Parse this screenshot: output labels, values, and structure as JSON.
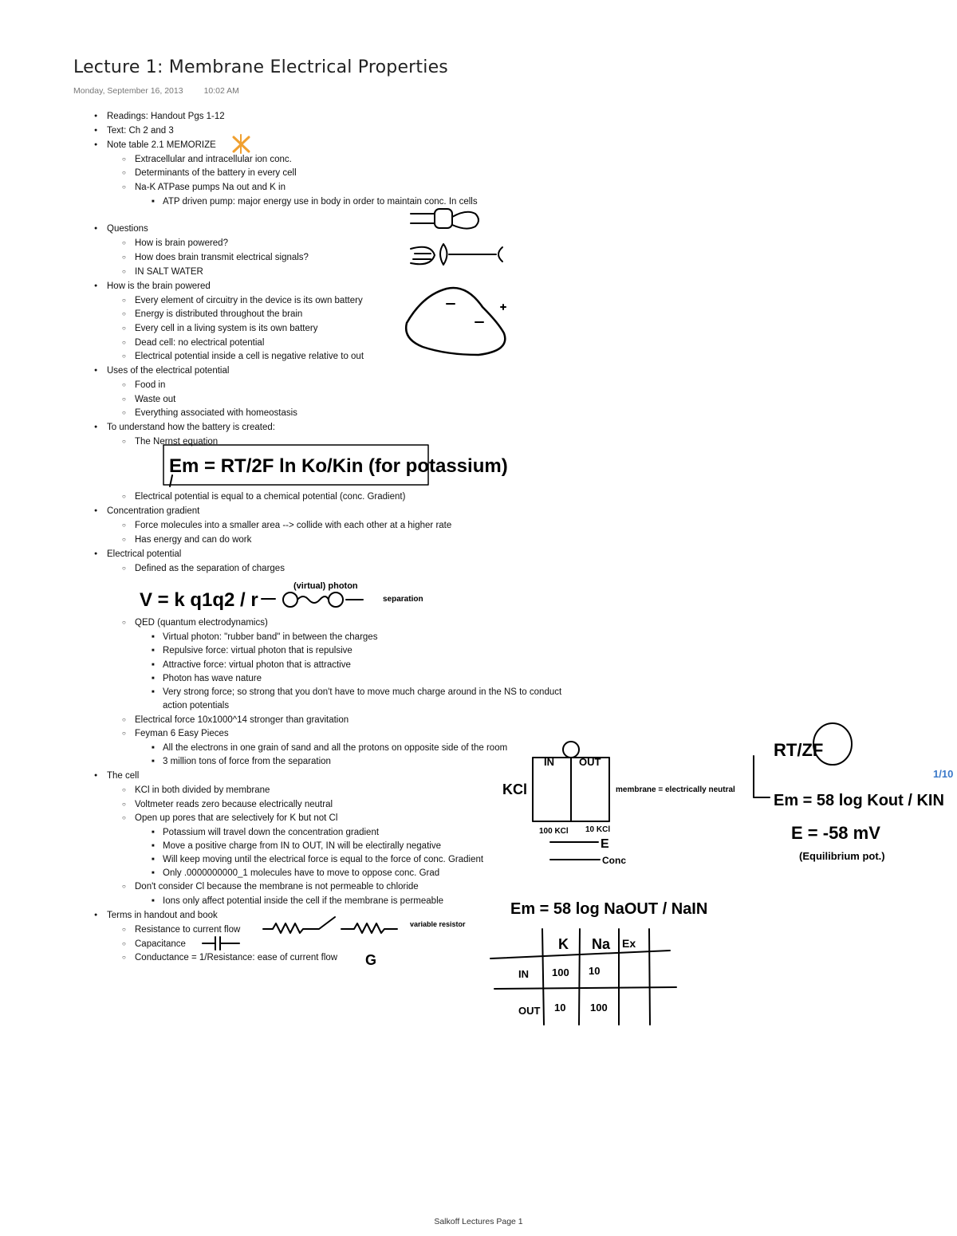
{
  "page": {
    "title": "Lecture 1: Membrane Electrical Properties",
    "date": "Monday, September 16, 2013",
    "time": "10:02 AM",
    "footer": "Salkoff Lectures Page 1"
  },
  "notes": [
    "Readings: Handout Pgs 1-12",
    "Text: Ch 2 and 3",
    "Note table 2.1  MEMORIZE",
    "Extracellular and intracellular ion conc.",
    "Determinants of the battery in every cell",
    "Na-K ATPase pumps Na out and K in",
    "ATP driven pump: major energy use in body in order to maintain conc. In cells",
    "Questions",
    "How is brain powered?",
    "How does brain transmit electrical signals?",
    "IN SALT WATER",
    "How is the brain powered",
    "Every element of circuitry in the device is its own battery",
    "Energy is distributed throughout the brain",
    "Every cell in a living system is its own battery",
    "Dead cell: no electrical potential",
    "Electrical potential inside a cell is negative relative to out",
    "Uses of the electrical potential",
    "Food in",
    "Waste out",
    "Everything associated with homeostasis",
    "To understand how the battery is created:",
    "The Nernst equation",
    "Electrical potential is equal to a chemical potential (conc. Gradient)",
    "Concentration gradient",
    "Force molecules into a smaller area --> collide with each other at a higher rate",
    "Has energy and can do work",
    "Electrical potential",
    "Defined as the separation of charges",
    "QED (quantum electrodynamics)",
    "Virtual photon: \"rubber band\" in between the charges",
    "Repulsive force: virtual photon that is repulsive",
    "Attractive force: virtual photon that is attractive",
    "Photon has wave nature",
    "Very strong force; so strong that you don't have to move much charge around in the NS to conduct",
    "action potentials",
    "Electrical force 10x1000^14 stronger than gravitation",
    "Feyman 6 Easy Pieces",
    "All the electrons in one grain of sand and all the protons on opposite side of the room",
    "3 million tons of force from the separation",
    "The cell",
    "KCl in both divided by membrane",
    "Voltmeter reads zero because electrically neutral",
    "Open up pores that are selectively for K but not Cl",
    "Potassium will travel down the concentration gradient",
    "Move a positive charge from IN to OUT, IN will be electirally negative",
    "Will keep moving until the electrical force is equal to the force of conc. Gradient",
    "Only .0000000000_1 molecules have to move to oppose conc. Grad",
    "Don't consider Cl because the membrane is not permeable to chloride",
    "Ions only affect potential inside the cell if the membrane is permeable",
    "Terms in handout and book",
    "Resistance to current flow",
    "Capacitance",
    "Conductance = 1/Resistance: ease of current flow"
  ],
  "handwriting": {
    "nernst_full": "Em = RT/2F ln Ko/Kin (for potassium)",
    "coulomb": "V = k q1q2 / r",
    "virtual_photon": "(virtual) photon",
    "separation": "separation",
    "em_log_k": "Em = 58 log Kout / KIN",
    "e_value": "E = -58 mV",
    "equilibrium": "(Equilibrium pot.)",
    "em_log_na": "Em = 58 log NaOUT / NaIN",
    "kcl_label": "KCl",
    "in_label": "IN",
    "out_label": "OUT",
    "membrane_note": "membrane = electrically neutral",
    "e_arrow": "E",
    "conc_arrow": "Conc",
    "conc_100": "100 KCl",
    "conc_10": "10 KCl",
    "rt_over_zf": "RT/ZF",
    "one_tenth": "1/10",
    "variable_resistor": "variable resistor",
    "g_symbol": "G",
    "table": {
      "headers": [
        "",
        "K",
        "Na",
        "Ex"
      ],
      "rows": [
        [
          "IN",
          "100",
          "10",
          ""
        ],
        [
          "OUT",
          "10",
          "100",
          ""
        ]
      ]
    }
  }
}
